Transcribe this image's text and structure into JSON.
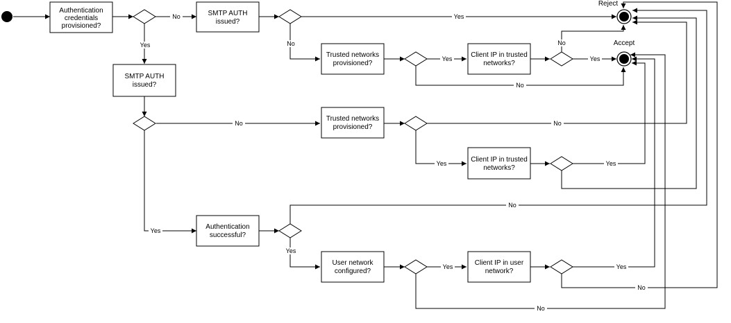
{
  "nodes": {
    "n1": [
      "Authentication",
      "credentials",
      "provisioned?"
    ],
    "n2": [
      "SMTP AUTH",
      "issued?"
    ],
    "n3": [
      "SMTP AUTH",
      "issued?"
    ],
    "n4": [
      "Trusted networks",
      "provisioned?"
    ],
    "n5": [
      "Client IP in trusted",
      "networks?"
    ],
    "n6": [
      "Trusted networks",
      "provisioned?"
    ],
    "n7": [
      "Client IP in trusted",
      "networks?"
    ],
    "n8": [
      "Authentication",
      "successful?"
    ],
    "n9": [
      "User network",
      "configured?"
    ],
    "n10": [
      "Client IP in user",
      "network?"
    ]
  },
  "terminals": {
    "reject": "Reject",
    "accept": "Accept"
  },
  "edge_labels": {
    "d1_no": "No",
    "d1_yes": "Yes",
    "d2_yes": "Yes",
    "d2_no": "No",
    "d3_no": "No",
    "d3_yes": "Yes",
    "d4_yes": "Yes",
    "d4_no": "No",
    "d5_no": "No",
    "d5_yes": "Yes",
    "d6_no": "No",
    "d6_yes": "Yes",
    "d7_yes": "Yes",
    "d8_no": "No",
    "d8_yes": "Yes",
    "d9_yes": "Yes",
    "d9_no": "No",
    "d10_yes": "Yes",
    "d10_no": "No"
  }
}
